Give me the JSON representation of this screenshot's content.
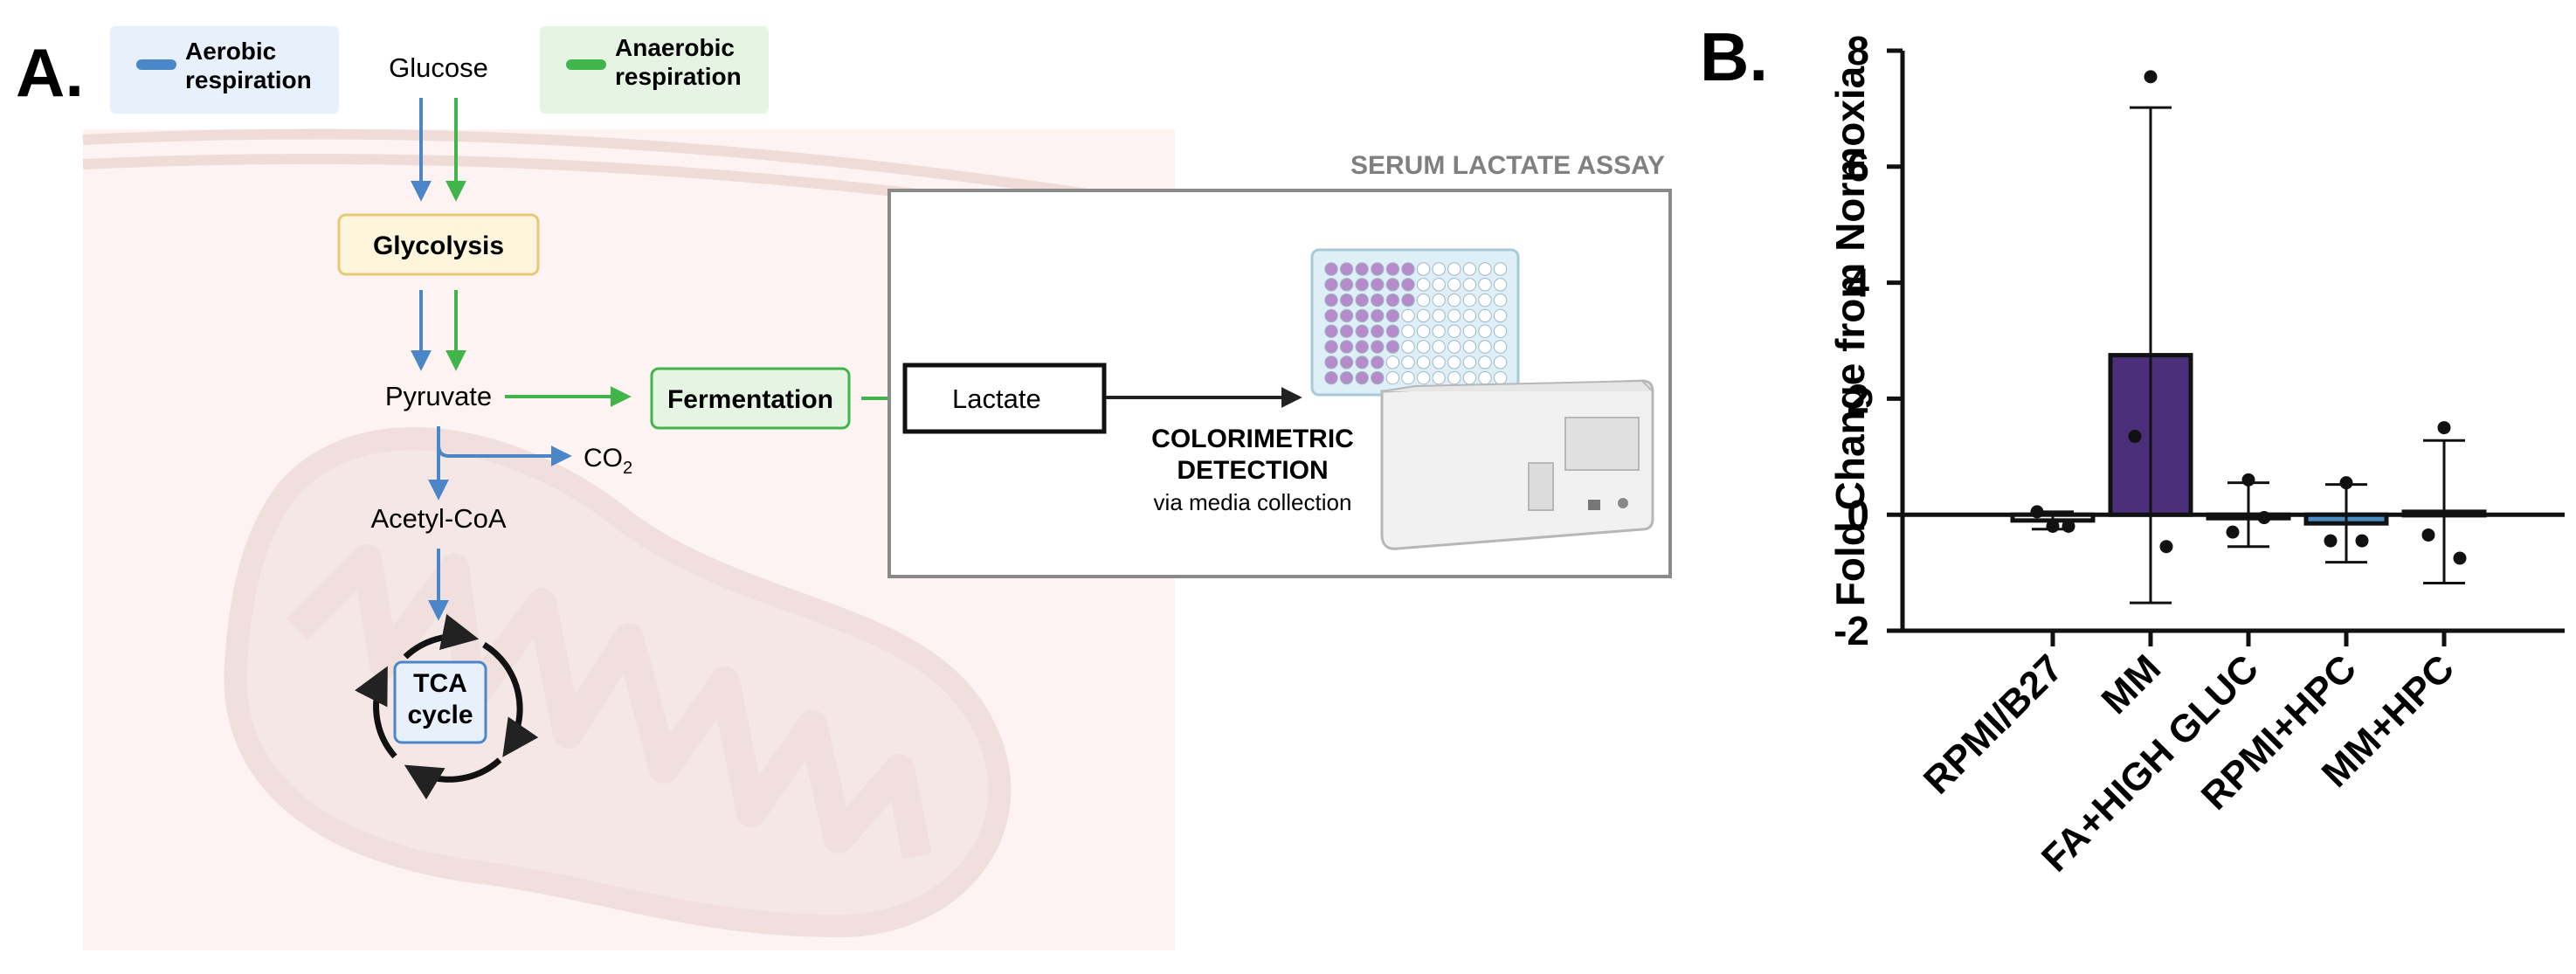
{
  "panel_a": {
    "label": "A.",
    "legend": {
      "aerobic": "Aerobic\nrespiration",
      "anaerobic": "Anaerobic\nrespiration",
      "aerobic_color": "#4a86c8",
      "anaerobic_color": "#3fb54a"
    },
    "glucose": "Glucose",
    "glycolysis": "Glycolysis",
    "pyruvate": "Pyruvate",
    "fermentation": "Fermentation",
    "lactate": "Lactate",
    "co2": "CO",
    "co2_sub": "2",
    "acetyl_coa": "Acetyl-CoA",
    "tca": "TCA\ncycle",
    "assay_title": "SERUM LACTATE ASSAY",
    "detection_line1": "COLORIMETRIC",
    "detection_line2": "DETECTION",
    "detection_sub": "via media collection",
    "icons": [
      "mitochondrion-illustration",
      "well-plate-icon",
      "plate-reader-icon"
    ]
  },
  "panel_b": {
    "label": "B."
  },
  "chart_data": {
    "type": "bar",
    "title": "",
    "xlabel": "",
    "ylabel": "Fold Change from Normoxia",
    "ylim": [
      -2,
      8
    ],
    "yticks": [
      -2,
      0,
      2,
      4,
      6,
      8
    ],
    "grid": false,
    "categories": [
      "RPMI/B27",
      "MM",
      "FA+HIGH GLUC",
      "RPMI+HPC",
      "MM+HPC"
    ],
    "values": [
      -0.1,
      2.75,
      0.0,
      -0.15,
      0.05
    ],
    "error": [
      0.15,
      4.27,
      0.55,
      0.67,
      1.23
    ],
    "points": [
      [
        -0.2,
        0.05,
        -0.2
      ],
      [
        7.55,
        1.35,
        -0.55
      ],
      [
        0.6,
        -0.3,
        -0.05
      ],
      [
        0.55,
        -0.45,
        -0.45
      ],
      [
        1.5,
        -0.35,
        -0.75
      ]
    ],
    "bar_fill": [
      "#ffffff",
      "#4b2f7a",
      "#ffffff",
      "#4a8cc4",
      "#ffffff"
    ]
  }
}
